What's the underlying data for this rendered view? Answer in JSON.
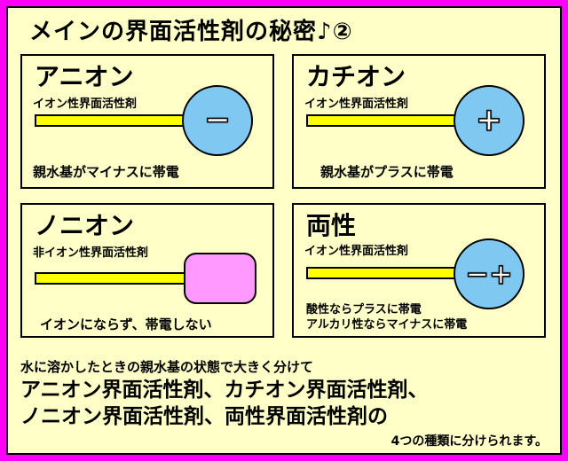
{
  "title": "メインの界面活性剤の秘密♪②",
  "panels": [
    {
      "title": "アニオン",
      "subtitle": "イオン性界面活性剤",
      "charge": "−",
      "note": "親水基がマイナスに帯電"
    },
    {
      "title": "カチオン",
      "subtitle": "イオン性界面活性剤",
      "charge": "+",
      "note": "親水基がプラスに帯電"
    },
    {
      "title": "ノニオン",
      "subtitle": "非イオン性界面活性剤",
      "charge": "",
      "note": "イオンにならず、帯電しない"
    },
    {
      "title": "両性",
      "subtitle": "イオン性界面活性剤",
      "charge": "−+",
      "note_line1": "酸性ならプラスに帯電",
      "note_line2": "アルカリ性ならマイナスに帯電"
    }
  ],
  "bottom": {
    "line1": "水に溶かしたときの親水基の状態で大きく分けて",
    "line2": "アニオン界面活性剤、カチオン界面活性剤、",
    "line3": "ノニオン界面活性剤、両性界面活性剤の",
    "line4": "4つの種類に分けられます。"
  },
  "colors": {
    "border": "#ff00ff",
    "background": "#ffffc8",
    "tail": "#ffff00",
    "ionic_head": "#7ec8f2",
    "nonionic_head": "#ff99ff"
  }
}
